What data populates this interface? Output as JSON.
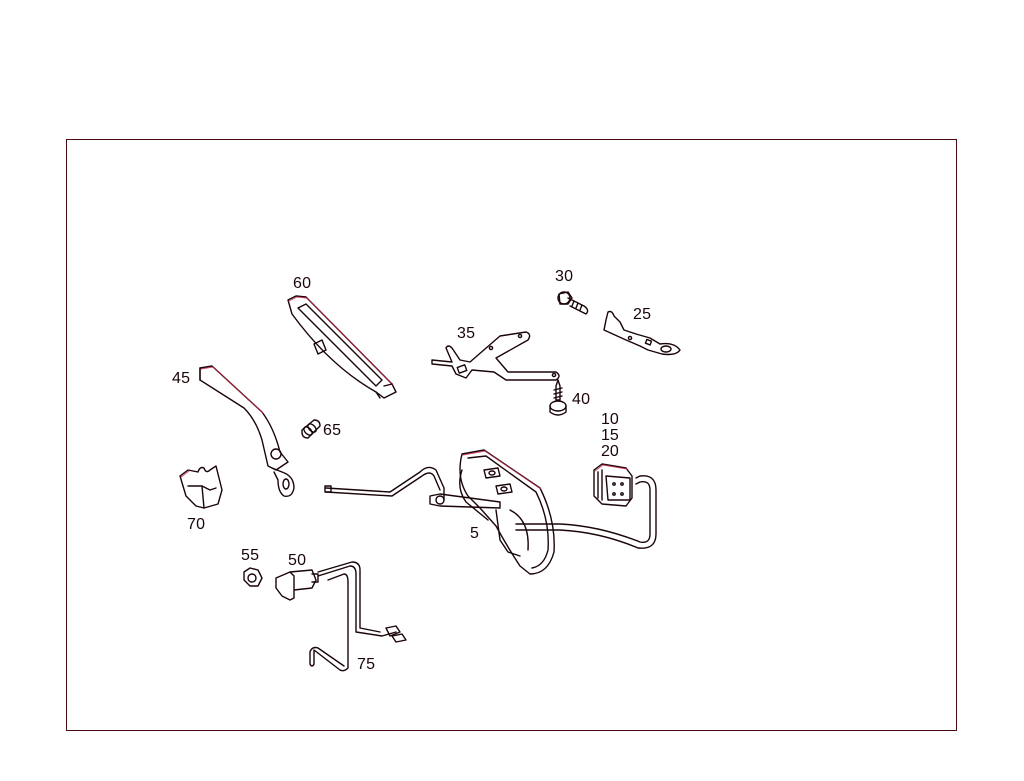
{
  "diagram": {
    "type": "exploded-parts-diagram",
    "frame_color": "#4a0a14",
    "line_color": "#1a0508",
    "accent_fringe_color": "#c8264a",
    "callouts": [
      {
        "id": "c60",
        "label": "60",
        "part": "cover-trim-strip"
      },
      {
        "id": "c45",
        "label": "45",
        "part": "lever-arm"
      },
      {
        "id": "c65",
        "label": "65",
        "part": "pin-spring"
      },
      {
        "id": "c70",
        "label": "70",
        "part": "clip-block"
      },
      {
        "id": "c35",
        "label": "35",
        "part": "mounting-bracket"
      },
      {
        "id": "c30",
        "label": "30",
        "part": "bolt"
      },
      {
        "id": "c25",
        "label": "25",
        "part": "holder-bracket"
      },
      {
        "id": "c40",
        "label": "40",
        "part": "screw"
      },
      {
        "id": "c10_15_20",
        "labels": [
          "10",
          "15",
          "20"
        ],
        "part": "connector-plug"
      },
      {
        "id": "c5",
        "label": "5",
        "part": "actuator-motor-unit"
      },
      {
        "id": "c55",
        "label": "55",
        "part": "nut"
      },
      {
        "id": "c50",
        "label": "50",
        "part": "switch"
      },
      {
        "id": "c75",
        "label": "75",
        "part": "wiring-harness"
      }
    ]
  }
}
